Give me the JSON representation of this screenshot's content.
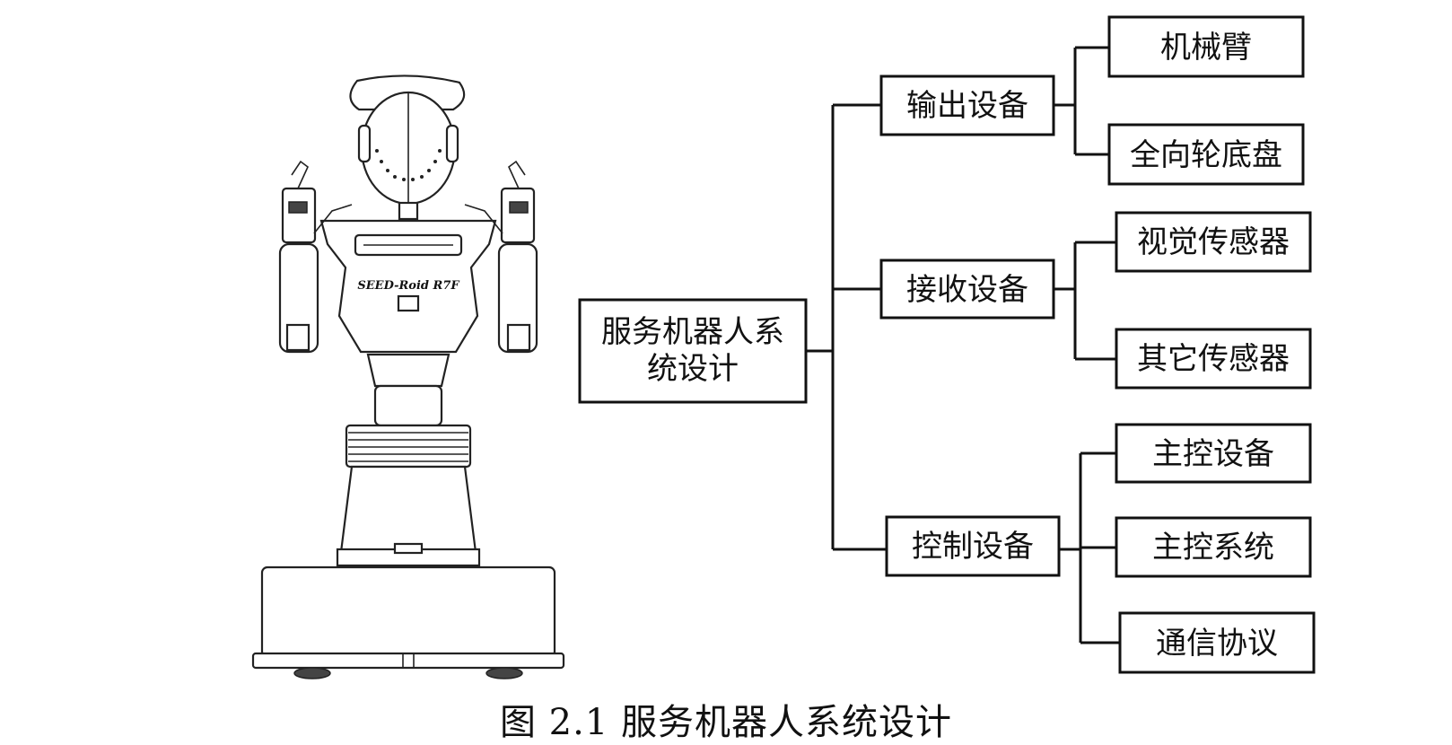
{
  "diagram": {
    "root": {
      "line1": "服务机器人系",
      "line2": "统设计"
    },
    "groups": [
      {
        "label": "输出设备",
        "children": [
          "机械臂",
          "全向轮底盘"
        ]
      },
      {
        "label": "接收设备",
        "children": [
          "视觉传感器",
          "其它传感器"
        ]
      },
      {
        "label": "控制设备",
        "children": [
          "主控设备",
          "主控系统",
          "通信协议"
        ]
      }
    ]
  },
  "robot": {
    "chest_label": "SEED-Roid R7F"
  },
  "caption": "图 2.1  服务机器人系统设计"
}
